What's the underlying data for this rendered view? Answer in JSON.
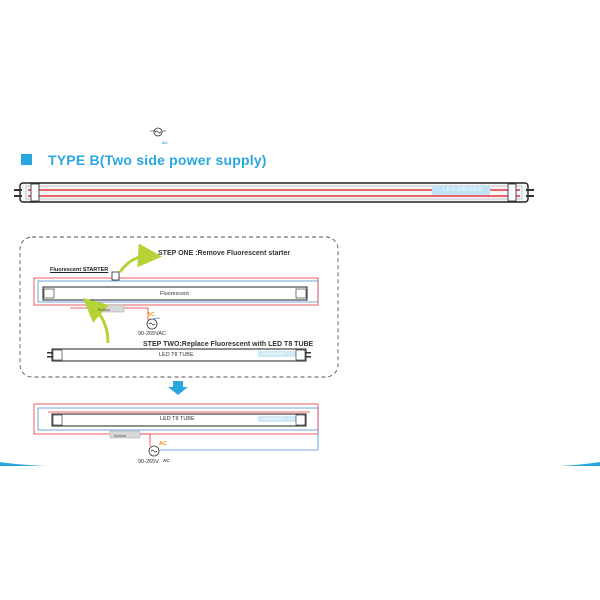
{
  "title": "TYPE B(Two side power supply)",
  "step_one": "STEP ONE :Remove Fluorescent starter",
  "step_two": "STEP TWO:Replace Fluorescent with LED T8 TUBE",
  "starter_label": "Fluorescent STARTER",
  "fluorescent_label": "Fluorescent",
  "led_tube_label_1": "LED T8 TUBE",
  "led_tube_label_2": "LED T8 TUBE",
  "voltage_1": "90-265VAC",
  "voltage_2": "90-265V",
  "ac_1": "AC",
  "ac_2": "AC",
  "ac_3": "AC",
  "ac_top": "AC",
  "ballast_1": "Ballast",
  "ballast_2": "Ballast",
  "driver_main": "LED DRIVER",
  "driver_2": "LED DRIVER",
  "driver_3": "LED DRIVER",
  "colors": {
    "accent": "#2aa7e0",
    "wire_red": "#e8353b",
    "wire_blue": "#4a8fd6",
    "arrow_green": "#b5d334",
    "ac_orange": "#e89a1f",
    "driver_fill": "#cfe9f7"
  }
}
